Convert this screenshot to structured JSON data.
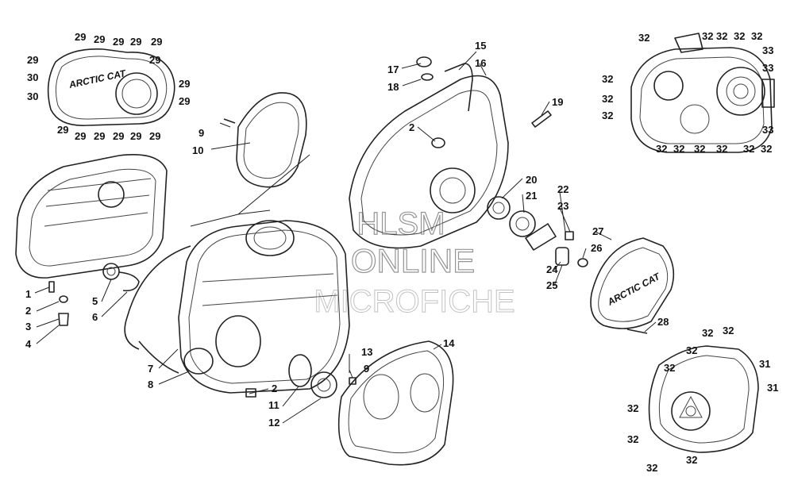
{
  "watermark": {
    "line1": "HLSM",
    "line2": "ONLINE",
    "line3": "MICROFICHE"
  },
  "logos": {
    "clutch_cover": "ARCTIC CAT",
    "side_cover": "ARCTIC CAT"
  },
  "callouts": [
    {
      "label": "29"
    },
    {
      "label": "29"
    },
    {
      "label": "29"
    },
    {
      "label": "29"
    },
    {
      "label": "29"
    },
    {
      "label": "29"
    },
    {
      "label": "30"
    },
    {
      "label": "30"
    },
    {
      "label": "29"
    },
    {
      "label": "29"
    },
    {
      "label": "29"
    },
    {
      "label": "29"
    },
    {
      "label": "29"
    },
    {
      "label": "29"
    },
    {
      "label": "29"
    },
    {
      "label": "29"
    },
    {
      "label": "9"
    },
    {
      "label": "10"
    },
    {
      "label": "17"
    },
    {
      "label": "18"
    },
    {
      "label": "15"
    },
    {
      "label": "16"
    },
    {
      "label": "19"
    },
    {
      "label": "2"
    },
    {
      "label": "20"
    },
    {
      "label": "21"
    },
    {
      "label": "22"
    },
    {
      "label": "23"
    },
    {
      "label": "27"
    },
    {
      "label": "26"
    },
    {
      "label": "24"
    },
    {
      "label": "25"
    },
    {
      "label": "28"
    },
    {
      "label": "1"
    },
    {
      "label": "2"
    },
    {
      "label": "3"
    },
    {
      "label": "4"
    },
    {
      "label": "5"
    },
    {
      "label": "6"
    },
    {
      "label": "7"
    },
    {
      "label": "8"
    },
    {
      "label": "13"
    },
    {
      "label": "9"
    },
    {
      "label": "2"
    },
    {
      "label": "11"
    },
    {
      "label": "12"
    },
    {
      "label": "14"
    },
    {
      "label": "32"
    },
    {
      "label": "32"
    },
    {
      "label": "32"
    },
    {
      "label": "32"
    },
    {
      "label": "32"
    },
    {
      "label": "33"
    },
    {
      "label": "32"
    },
    {
      "label": "32"
    },
    {
      "label": "32"
    },
    {
      "label": "33"
    },
    {
      "label": "32"
    },
    {
      "label": "32"
    },
    {
      "label": "32"
    },
    {
      "label": "32"
    },
    {
      "label": "32"
    },
    {
      "label": "32"
    },
    {
      "label": "33"
    },
    {
      "label": "32"
    },
    {
      "label": "32"
    },
    {
      "label": "32"
    },
    {
      "label": "31"
    },
    {
      "label": "31"
    },
    {
      "label": "32"
    },
    {
      "label": "32"
    },
    {
      "label": "32"
    },
    {
      "label": "32"
    },
    {
      "label": "32"
    }
  ]
}
